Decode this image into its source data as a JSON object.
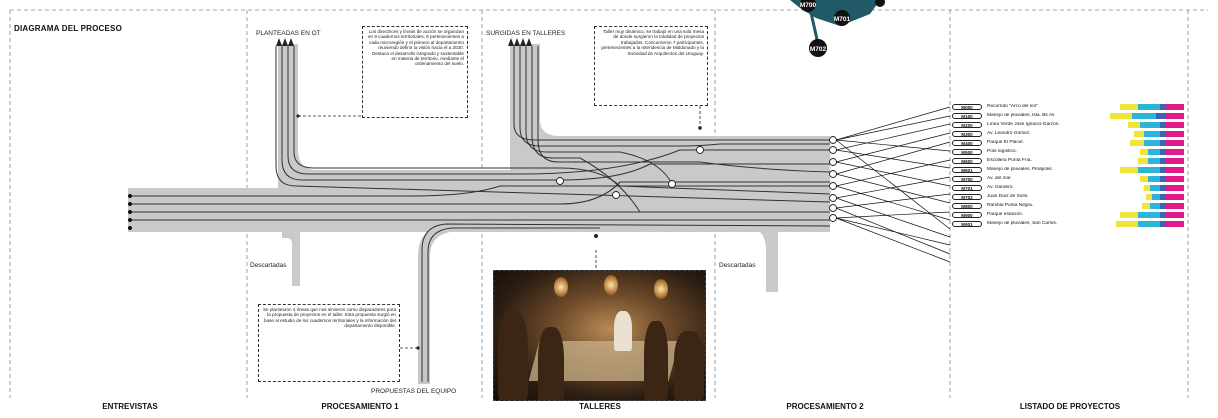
{
  "title": "DIAGRAMA DEL PROCESO",
  "stages": [
    "ENTREVISTAS",
    "PROCESAMIENTO 1",
    "TALLERES",
    "PROCESAMIENTO 2",
    "LISTADO DE PROYECTOS"
  ],
  "labels": {
    "planteadas": "PLANTEADAS EN OT",
    "surgidas": "SURGIDAS EN TALLERES",
    "propuestas": "PROPUESTAS DEL EQUIPO",
    "descartadas_1": "Descartadas",
    "descartadas_2": "Descartadas"
  },
  "notes": {
    "ot": "Los directrices y líneas de acción se organizan en 9 cuadernos territoriales, 8 pertenecientes a cada microregión y el primero al departamento reuniendo definir la visión hacia el a 2030. Destaca el desarrollo integrado y sustentable en materia de territorio, mediante el ordenamiento del suelo.",
    "talleres": "Taller muy dinámico, se trabajó en una sola mesa de donde surgieron la totalidad de proyectos trabajados. Concurrieron 7 participantes, pertenecientes a la Intendencia de Maldonado y la Sociedad de Arquitectos del Uruguay.",
    "equipo": "Se plantearon 4 líneas que nos sirvieron como disparadores para la propuesta de proyectos en el taller. Esta propuesta surgió en base al estudio de los cuadernos territoriales y la información del departamento disponible."
  },
  "map_badges": [
    "M700",
    "M701",
    "M702"
  ],
  "projects": [
    {
      "code": "M000",
      "name": "Recorrido \"Arco del sol\""
    },
    {
      "code": "M100",
      "name": "Manejo de pluviales, Isla. Bs As"
    },
    {
      "code": "M200",
      "name": "Línea Verde José Ignacio-Garzón."
    },
    {
      "code": "M300",
      "name": "Av. Leandro Gómez."
    },
    {
      "code": "M400",
      "name": "Parque El Placer."
    },
    {
      "code": "M500",
      "name": "Polo logístico."
    },
    {
      "code": "M600",
      "name": "Escollera Punta Fría."
    },
    {
      "code": "M601",
      "name": "Manejo de pluviales, Piriápolis."
    },
    {
      "code": "M700",
      "name": "Av. del mar."
    },
    {
      "code": "M701",
      "name": "Av. Gardero."
    },
    {
      "code": "M702",
      "name": "Juan Díaz de Solís."
    },
    {
      "code": "M800",
      "name": "Rambla Punta Negra."
    },
    {
      "code": "M900",
      "name": "Parque estación."
    },
    {
      "code": "M901",
      "name": "Manejo de pluviales, San Carlos."
    }
  ],
  "colors": {
    "band": "#c9c9c9",
    "yellow": "#f2e33a",
    "cyan": "#2bb6d9",
    "blue": "#3a63b0",
    "magenta": "#e21a8a",
    "teal_dark": "#1f5a66"
  }
}
